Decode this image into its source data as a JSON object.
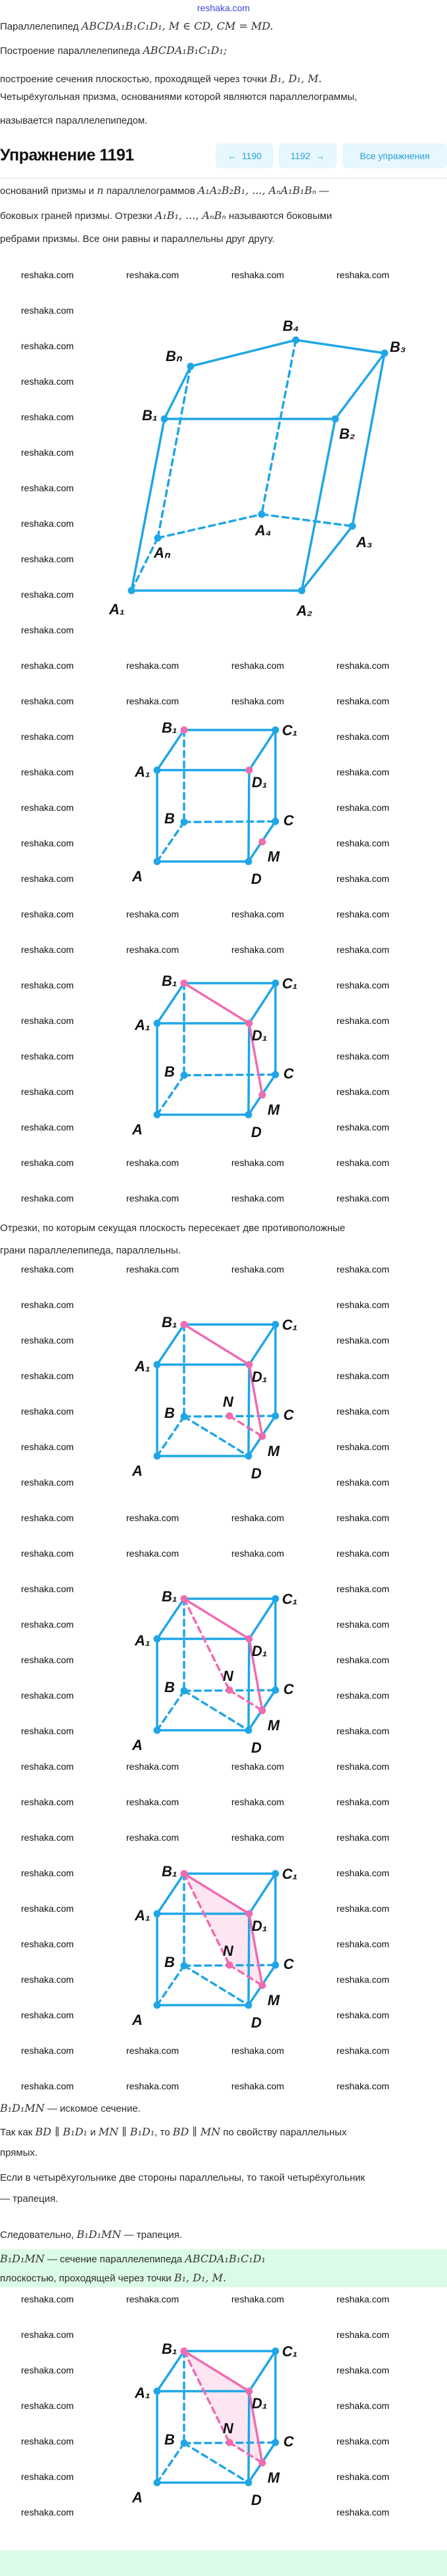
{
  "site_logo": "reshaka.com",
  "watermark": "reshaka.com",
  "intro": {
    "l1_text": "Параллелепипед ",
    "l1_math": "ABCDA₁B₁C₁D₁, M ∈ CD, CM = MD.",
    "l2_text": "Построение параллелепипеда ",
    "l2_math": "ABCDA₁B₁C₁D₁;",
    "l3_text": "построение сечения плоскостью, проходящей через точки ",
    "l3_math": "B₁, D₁, M.",
    "l4_text": "Четырёхугольная призма, основаниями которой являются параллелограммы,",
    "l5_text": "называется параллелепипедом."
  },
  "exercise": {
    "title": "Упражнение 1191",
    "prev_label": "1190",
    "next_label": "1192",
    "all_label": "Все упражнения",
    "prev_icon": "arrow-left-icon",
    "next_icon": "arrow-right-icon"
  },
  "theory": {
    "l6_a": "оснований призмы и ",
    "l6_n": "n",
    "l6_b": " параллелограммов ",
    "l6_math": "A₁A₂B₂B₁, ..., AₙA₁B₁Bₙ",
    "l6_c": " —",
    "l7_a": "боковых граней призмы. Отрезки ",
    "l7_math": "A₁B₁, ..., AₙBₙ",
    "l7_b": " называются боковыми",
    "l8": "ребрами призмы. Все они равны и параллельны друг другу."
  },
  "middle": {
    "l9": "Отрезки, по которым секущая плоскость пересекает две противоположные",
    "l10": "грани параллелепипеда, параллельны."
  },
  "conclusion": {
    "c1_math": "B₁D₁MN",
    "c1_text": " — искомое сечение.",
    "c2_a": "Так как ",
    "c2_m1": "BD ∥ B₁D₁",
    "c2_b": " и ",
    "c2_m2": "MN ∥ B₁D₁",
    "c2_c": ", то ",
    "c2_m3": "BD ∥ MN",
    "c2_d": " по свойству параллельных",
    "c3": "прямых.",
    "c4": "Если в четырёхугольнике две стороны параллельны, то такой четырёхугольник",
    "c5": "— трапеция.",
    "c6_a": "Следовательно, ",
    "c6_math": "B₁D₁MN",
    "c6_b": " — трапеция.",
    "answer_m1": "B₁D₁MN",
    "answer_a": " — сечение параллелепипеда ",
    "answer_m2": "ABCDA₁B₁C₁D₁",
    "answer_b": "плоскостью, проходящей через точки ",
    "answer_m3": "B₁, D₁, M."
  },
  "prism_labels": {
    "B4": "B₄",
    "B3": "B₃",
    "Bn": "Bₙ",
    "B1": "B₁",
    "B2": "B₂",
    "A4": "A₄",
    "A3": "A₃",
    "An": "Aₙ",
    "A1": "A₁",
    "A2": "A₂"
  },
  "cube_labels": {
    "A": "A",
    "B": "B",
    "C": "C",
    "D": "D",
    "A1": "A₁",
    "B1": "B₁",
    "C1": "C₁",
    "D1": "D₁",
    "M": "M",
    "N": "N"
  },
  "colors": {
    "edge": "#1fa6e6",
    "section": "#f06bb0",
    "section_fill": "#fde6f2",
    "answer_bg": "#dcfbe7",
    "nav_bg": "#e6f7fd",
    "nav_text": "#2a9fd8"
  }
}
